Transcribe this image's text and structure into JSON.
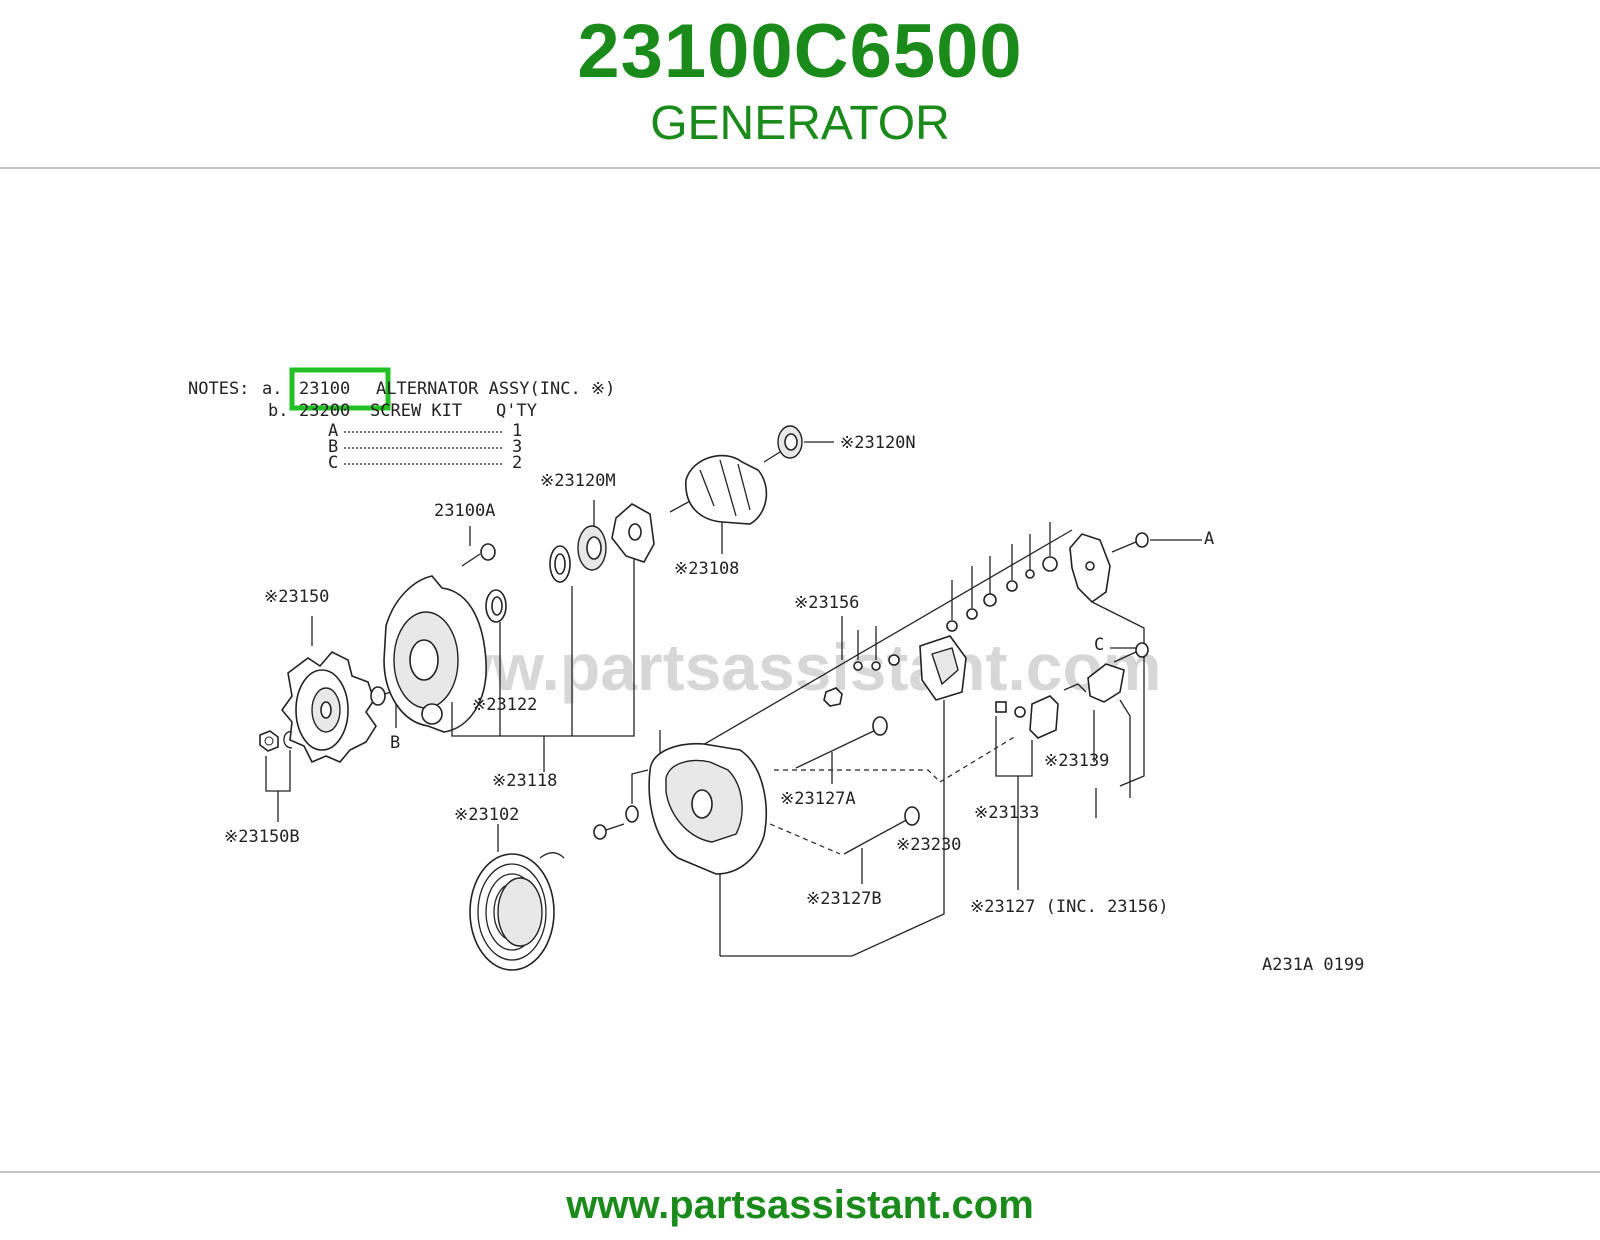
{
  "header": {
    "part_number": "23100C6500",
    "part_name": "GENERATOR"
  },
  "footer": {
    "website": "www.partsassistant.com"
  },
  "diagram": {
    "watermark": "www.partsassistant.com",
    "diagram_code": "A231A 0199",
    "notes": {
      "prefix": "NOTES:",
      "line_a_marker": "a.",
      "highlighted_part": "23100",
      "line_a_text": "ALTERNATOR ASSY(INC. ※)",
      "line_b_marker": "b.",
      "line_b_part": "23200",
      "line_b_text": "SCREW KIT",
      "qty_header": "Q'TY",
      "qty_rows": [
        {
          "key": "A",
          "qty": "1"
        },
        {
          "key": "B",
          "qty": "3"
        },
        {
          "key": "C",
          "qty": "2"
        }
      ]
    },
    "labels": {
      "l_23100A": "23100A",
      "l_23150": "※23150",
      "l_23150B": "※23150B",
      "l_B": "B",
      "l_23122": "※23122",
      "l_23118": "※23118",
      "l_23102": "※23102",
      "l_23120M": "※23120M",
      "l_23108": "※23108",
      "l_23120N": "※23120N",
      "l_23156": "※23156",
      "l_A": "A",
      "l_C": "C",
      "l_23127A": "※23127A",
      "l_23127B": "※23127B",
      "l_23230": "※23230",
      "l_23133": "※23133",
      "l_23139": "※23139",
      "l_23127": "※23127 (INC. 23156)"
    }
  },
  "colors": {
    "brand_green": "#1a8a1a",
    "highlight_green": "#22c022",
    "rule_gray": "#c4c4c4",
    "watermark_gray": "#d7d7d7"
  }
}
